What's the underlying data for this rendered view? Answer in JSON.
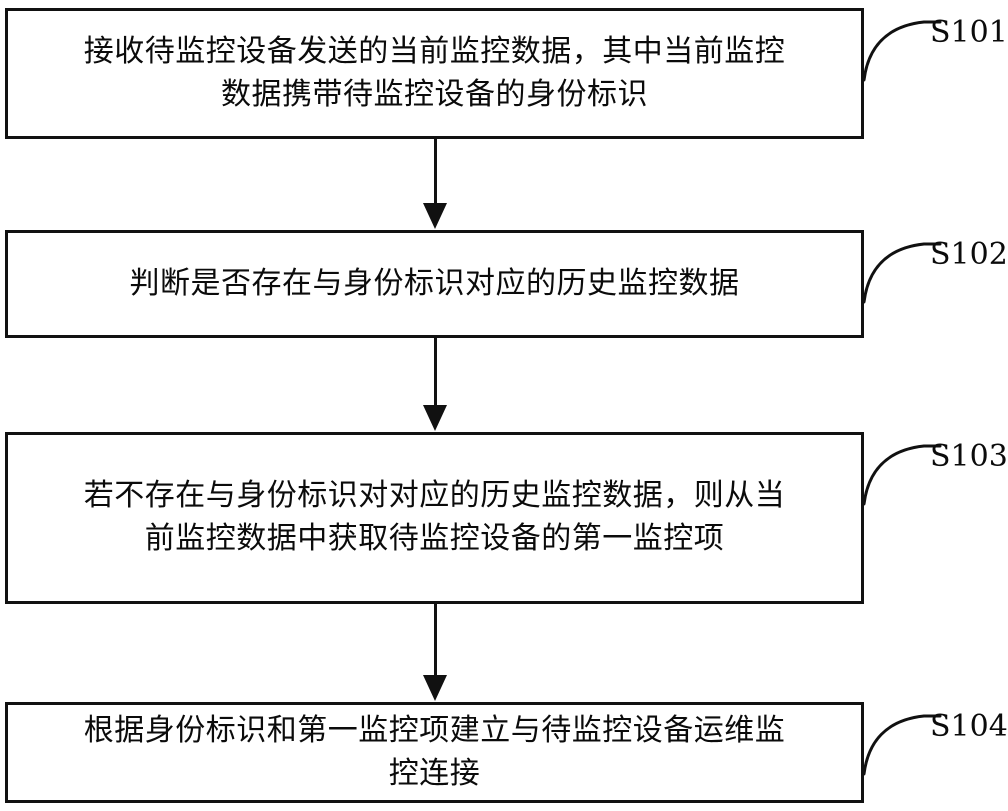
{
  "diagram": {
    "type": "flowchart",
    "orientation": "vertical",
    "background_color": "#ffffff",
    "line_color": "#111111",
    "text_color": "#0b0b0b",
    "nodes": [
      {
        "id": "S101",
        "step_label": "S101",
        "text": "接收待监控设备发送的当前监控数据，其中当前监控\n数据携带待监控设备的身份标识"
      },
      {
        "id": "S102",
        "step_label": "S102",
        "text": "判断是否存在与身份标识对应的历史监控数据"
      },
      {
        "id": "S103",
        "step_label": "S103",
        "text": "若不存在与身份标识对对应的历史监控数据，则从当\n前监控数据中获取待监控设备的第一监控项"
      },
      {
        "id": "S104",
        "step_label": "S104",
        "text": "根据身份标识和第一监控项建立与待监控设备运维监\n控连接"
      }
    ],
    "connectors": [
      {
        "id": "c1",
        "from": "S101",
        "to": "S102",
        "arrow": "down-arrowhead"
      },
      {
        "id": "c2",
        "from": "S102",
        "to": "S103",
        "arrow": "down-arrowhead"
      },
      {
        "id": "c3",
        "from": "S103",
        "to": "S104",
        "arrow": "down-arrowhead"
      }
    ]
  }
}
